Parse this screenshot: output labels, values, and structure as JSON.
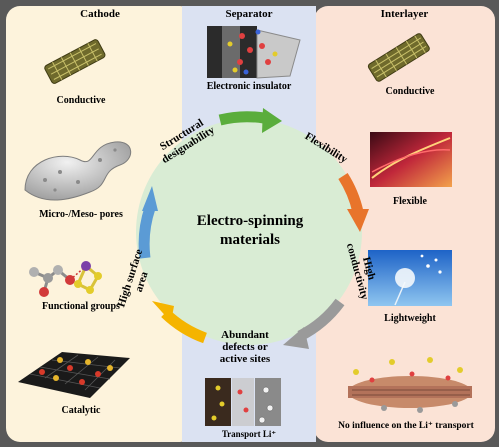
{
  "columns": {
    "cathode": "Cathode",
    "separator": "Separator",
    "interlayer": "Interlayer"
  },
  "cathode_items": [
    "Conductive",
    "Micro-/Meso- pores",
    "Functional groups",
    "Catalytic"
  ],
  "separator_items": {
    "top": "Electronic insulator",
    "bottom": "Transport Li⁺"
  },
  "interlayer_items": [
    "Conductive",
    "Flexible",
    "Lightweight",
    "No influence on the Li⁺ transport"
  ],
  "center": {
    "line1": "Electro-spinning",
    "line2": "materials"
  },
  "cycle": {
    "structural_1": "Structural",
    "structural_2": "designability",
    "flexibility": "Flexibility",
    "high_1": "High",
    "high_2": "conductivity",
    "abundant_1": "Abundant",
    "abundant_2": "defects or",
    "abundant_3": "active sites",
    "surface_1": "High surface",
    "surface_2": "area"
  },
  "colors": {
    "circle": "#d9ecd4",
    "arrow_green": "#5aad3c",
    "arrow_orange": "#e8742b",
    "arrow_gray": "#9a9a9a",
    "arrow_yellow": "#f5b400",
    "arrow_blue": "#5b9bd5"
  }
}
